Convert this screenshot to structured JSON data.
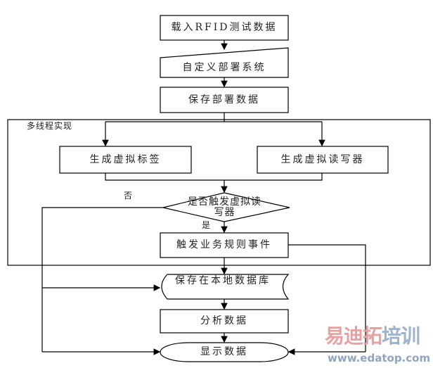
{
  "nodes": {
    "load": "载入RFID测试数据",
    "custom": "自定义部署系统",
    "save_deploy": "保存部署数据",
    "group": "多线程实现",
    "gen_tag": "生成虚拟标签",
    "gen_reader": "生成虚拟读写器",
    "decision": "是否触发虚拟读写器",
    "no": "否",
    "yes": "是",
    "trigger": "触发业务规则事件",
    "save_local": "保存在本地数据库",
    "analyze": "分析数据",
    "display": "显示数据"
  },
  "watermark": {
    "brand_a": "易迪拓",
    "brand_b": "培训",
    "url": "www.edatop.com"
  }
}
